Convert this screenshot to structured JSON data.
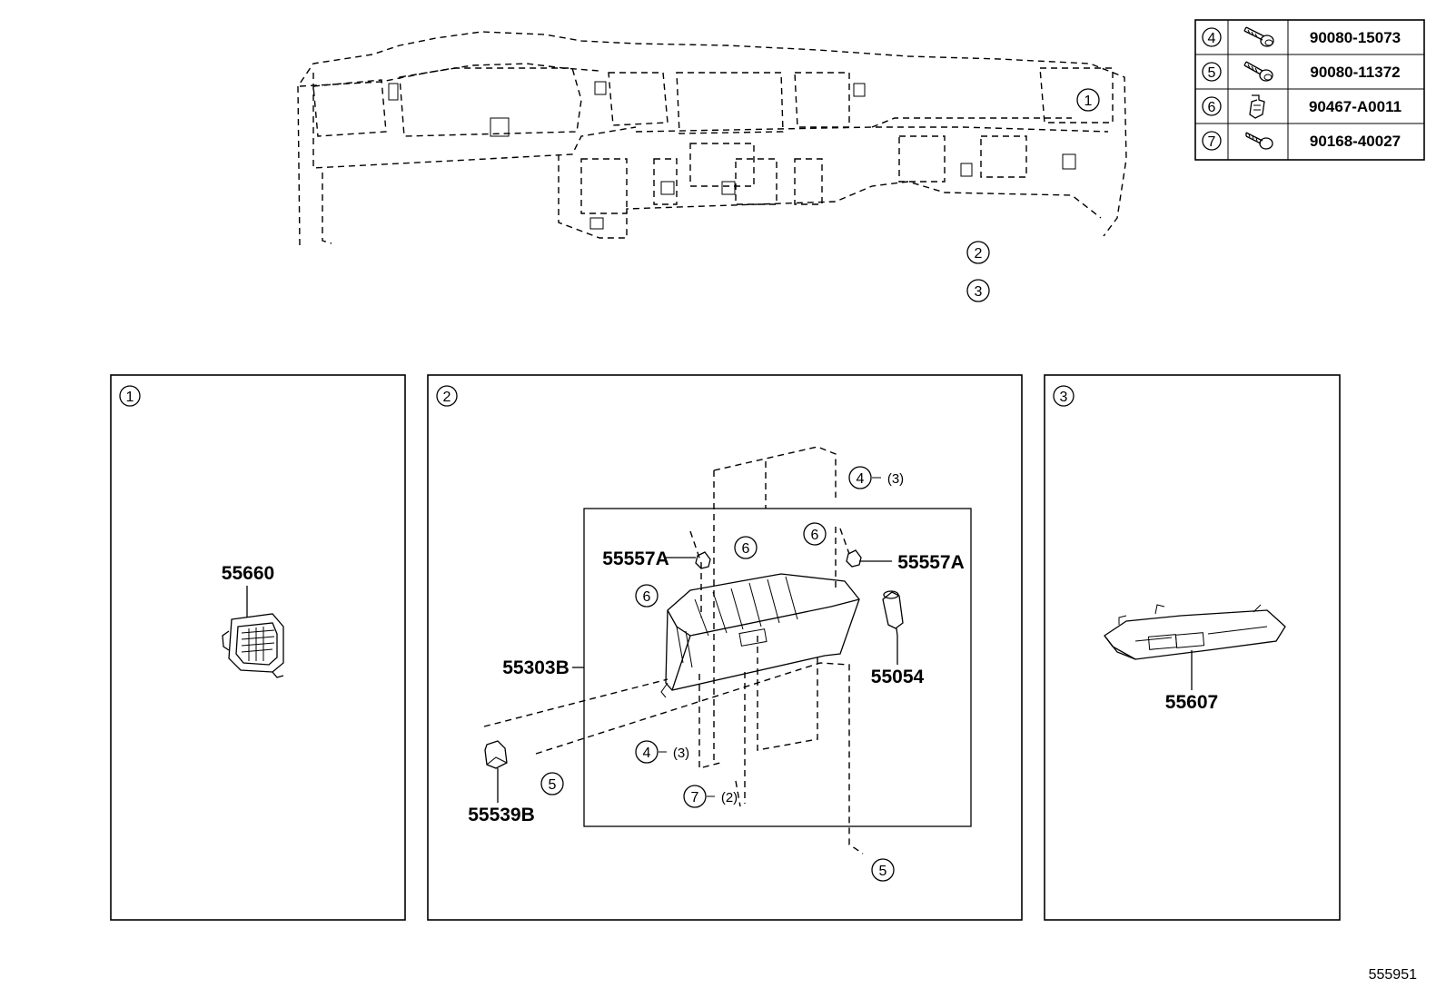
{
  "legend": [
    {
      "ref": "4",
      "part_no": "90080-15073",
      "icon": "bolt-washer-icon"
    },
    {
      "ref": "5",
      "part_no": "90080-11372",
      "icon": "bolt-washer-icon"
    },
    {
      "ref": "6",
      "part_no": "90467-A0011",
      "icon": "clip-icon"
    },
    {
      "ref": "7",
      "part_no": "90168-40027",
      "icon": "screw-icon"
    }
  ],
  "overview_callouts": [
    "1",
    "2",
    "3"
  ],
  "panels": [
    {
      "ref": "1",
      "parts": [
        "55660"
      ]
    },
    {
      "ref": "2",
      "parts": [
        "55557A",
        "55557A",
        "55303B",
        "55054",
        "55539B"
      ],
      "callouts": [
        {
          "ref": "4",
          "qty": "(3)"
        },
        {
          "ref": "6"
        },
        {
          "ref": "6"
        },
        {
          "ref": "6"
        },
        {
          "ref": "4",
          "qty": "(3)"
        },
        {
          "ref": "5"
        },
        {
          "ref": "7",
          "qty": "(2)"
        },
        {
          "ref": "5"
        }
      ]
    },
    {
      "ref": "3",
      "parts": [
        "55607"
      ]
    }
  ],
  "diagram_id": "555951"
}
